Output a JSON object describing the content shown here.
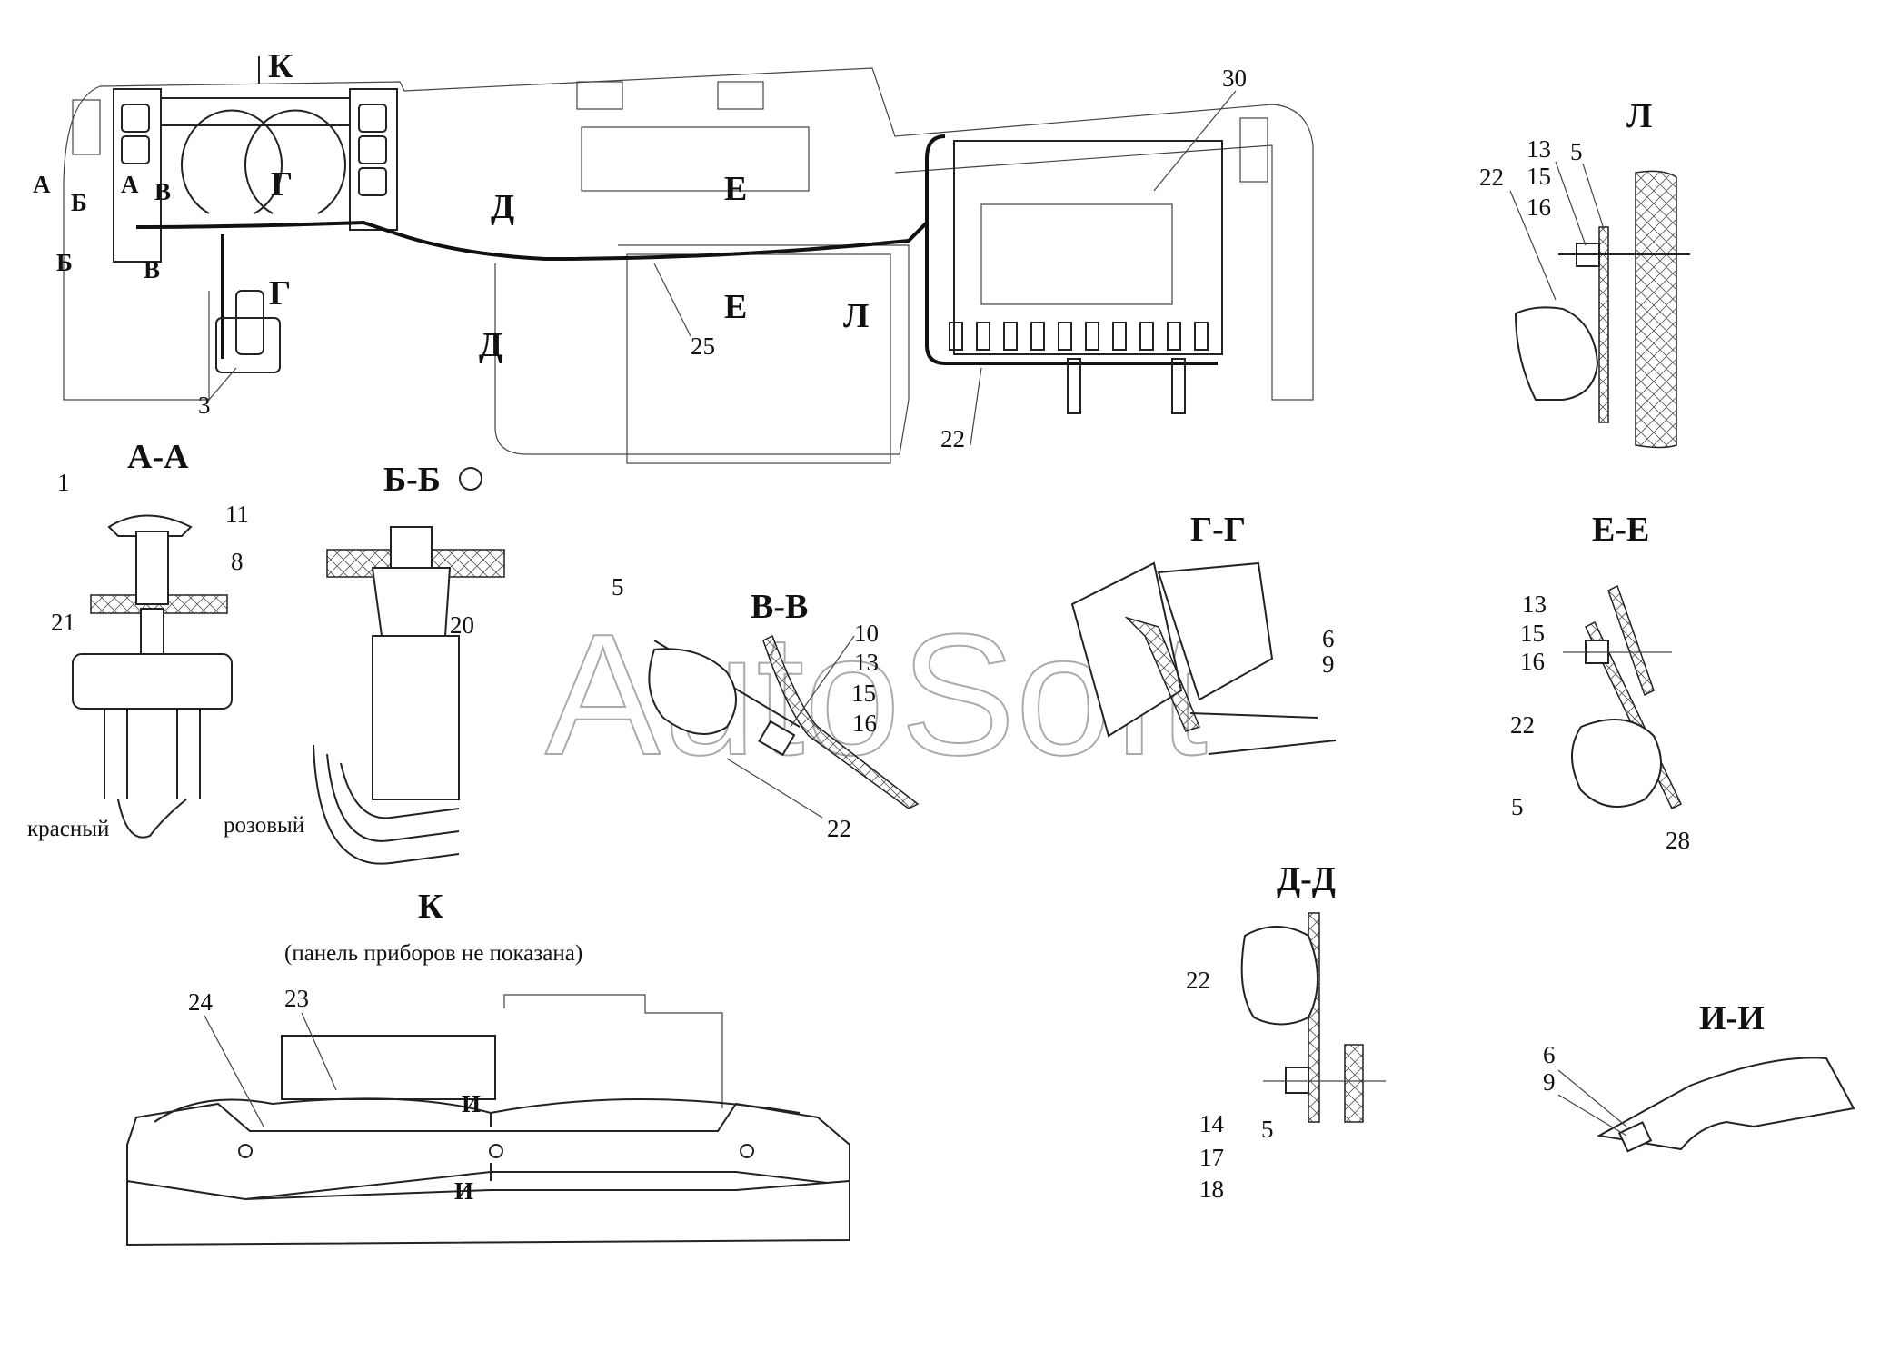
{
  "watermark": "AutoSoft",
  "main_view": {
    "view_arrow": "К",
    "section_marks": {
      "a": "А",
      "b": "Б",
      "v": "В",
      "g": "Г",
      "d": "Д",
      "e": "Е",
      "l": "Л"
    },
    "callouts": {
      "c30": "30",
      "c25": "25",
      "c3": "3",
      "c22": "22"
    }
  },
  "view_l": {
    "title": "Л",
    "callouts": [
      "13",
      "15",
      "16",
      "5",
      "22"
    ]
  },
  "section_aa": {
    "title": "А-А",
    "callouts": [
      "1",
      "11",
      "8",
      "21"
    ],
    "wire_red": "красный",
    "wire_pink": "розовый"
  },
  "section_bb": {
    "title": "Б-Б",
    "callouts": [
      "20"
    ]
  },
  "section_vv": {
    "title": "В-В",
    "callouts": [
      "5",
      "10",
      "13",
      "15",
      "16",
      "22"
    ]
  },
  "section_gg": {
    "title": "Г-Г",
    "callouts": [
      "6",
      "9"
    ]
  },
  "section_ee": {
    "title": "Е-Е",
    "callouts": [
      "13",
      "15",
      "16",
      "22",
      "5",
      "28"
    ]
  },
  "view_k": {
    "title": "К",
    "note": "(панель приборов не показана)",
    "callouts": [
      "24",
      "23"
    ],
    "section_mark": "И"
  },
  "section_dd": {
    "title": "Д-Д",
    "callouts": [
      "22",
      "14",
      "5",
      "17",
      "18"
    ]
  },
  "section_ii": {
    "title": "И-И",
    "callouts": [
      "6",
      "9"
    ]
  }
}
